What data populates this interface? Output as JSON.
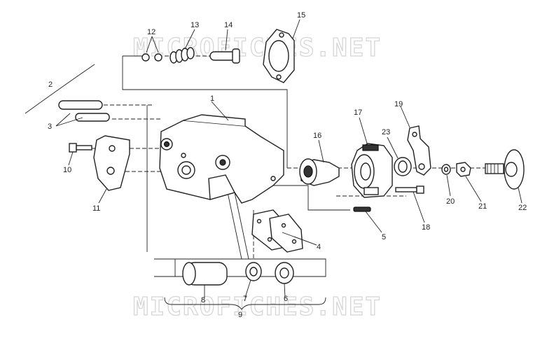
{
  "watermarks": [
    "MICROFICHES.NET",
    "MICROFICHES.NET"
  ],
  "callouts": {
    "c1": "1",
    "c2": "2",
    "c3": "3",
    "c4": "4",
    "c5": "5",
    "c6": "6",
    "c7": "7",
    "c8": "8",
    "c9": "9",
    "c10": "10",
    "c11": "11",
    "c12": "12",
    "c13": "13",
    "c14": "14",
    "c15": "15",
    "c16": "16",
    "c17": "17",
    "c18": "18",
    "c19": "19",
    "c20": "20",
    "c21": "21",
    "c22": "22",
    "c23": "23"
  }
}
